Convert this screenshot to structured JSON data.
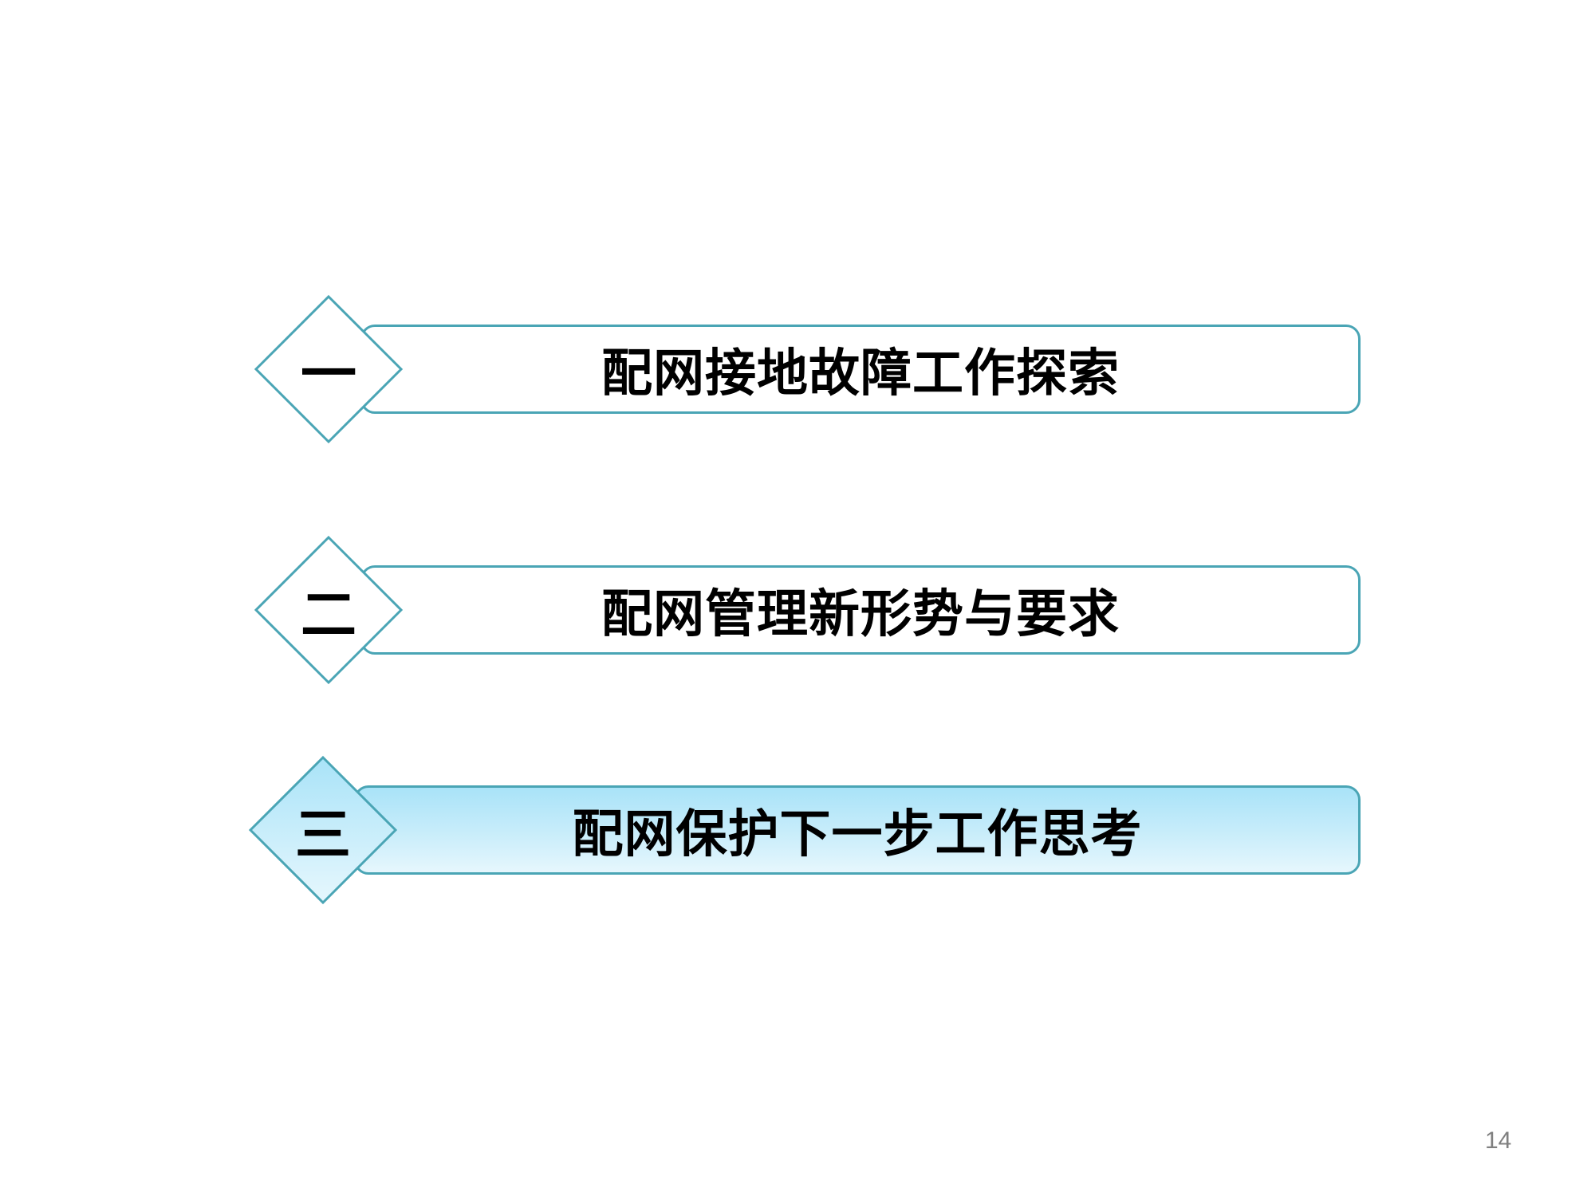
{
  "slide": {
    "page_number": "14",
    "colors": {
      "border": "#4aa5b5",
      "active_fill_top": "#a9e3f8",
      "active_fill_bottom": "#e6f7fd",
      "text": "#000000",
      "page_number": "#808080"
    },
    "agenda": [
      {
        "number": "一",
        "title": "配网接地故障工作探索",
        "active": false
      },
      {
        "number": "二",
        "title": "配网管理新形势与要求",
        "active": false
      },
      {
        "number": "三",
        "title": "配网保护下一步工作思考",
        "active": true
      }
    ]
  }
}
